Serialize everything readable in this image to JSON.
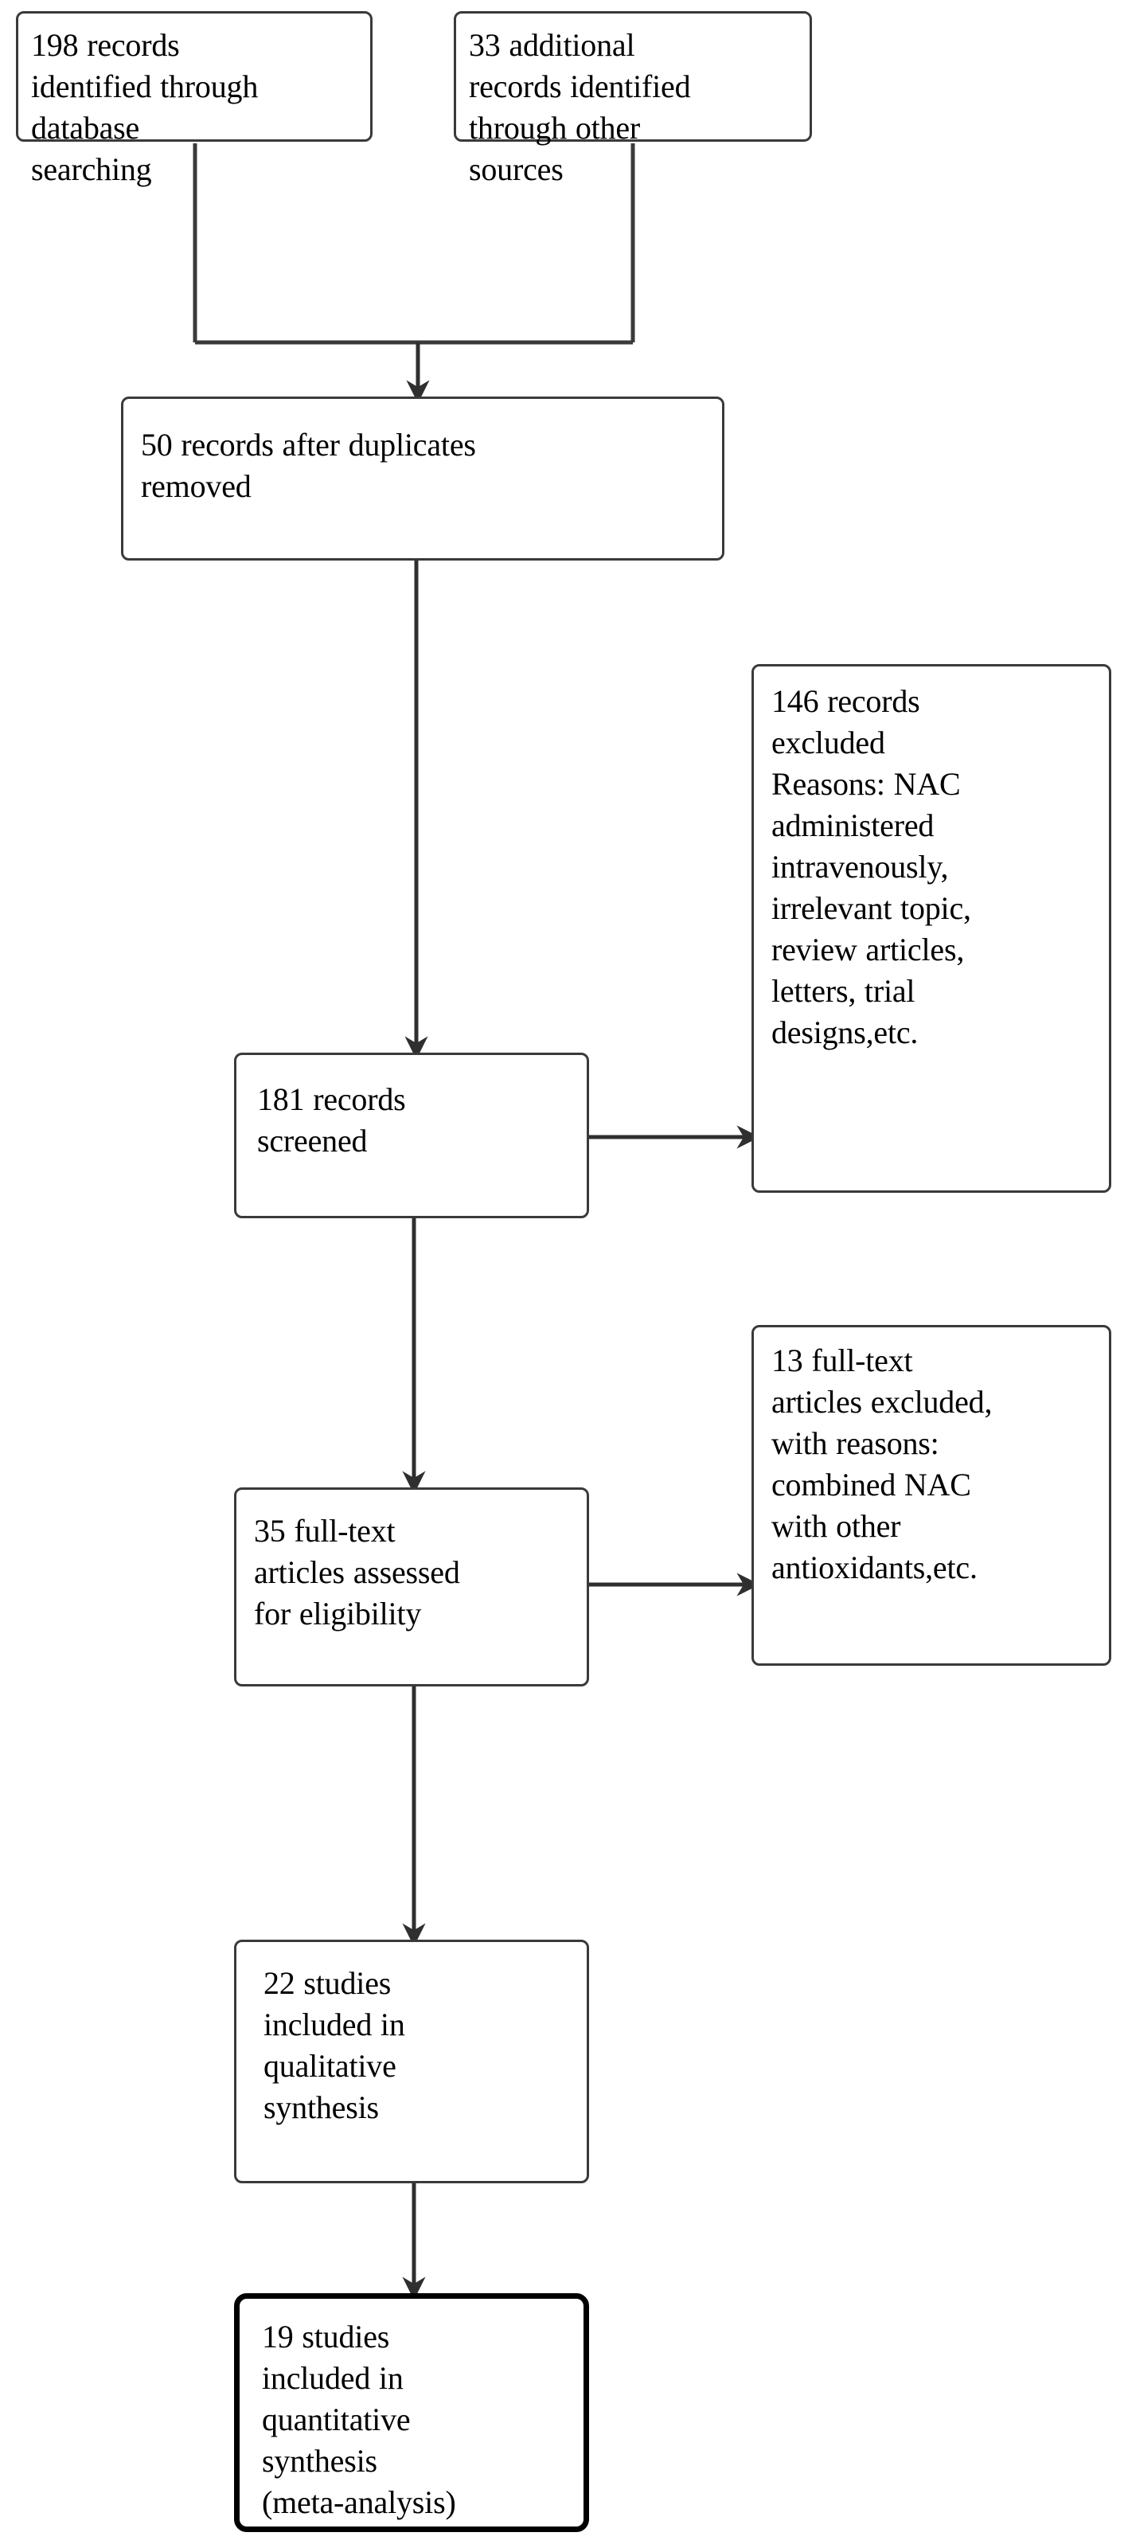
{
  "diagram": {
    "type": "prisma-flow-diagram",
    "title": "",
    "colors": {
      "box_border": "#3a3a3a",
      "box_border_emphasis": "#000000",
      "box_fill": "#ffffff",
      "connector": "#3a3a3a",
      "text": "#000000"
    },
    "nodes": [
      {
        "id": "db",
        "name": "records-identified-database",
        "count": 198,
        "text": "198  records\nidentified through\ndatabase\nsearching"
      },
      {
        "id": "other",
        "name": "records-identified-other-sources",
        "count": 33,
        "text": "33  additional\nrecords identified\nthrough other\nsources"
      },
      {
        "id": "dupes",
        "name": "records-after-duplicates-removed",
        "count": 50,
        "text": "50  records after duplicates\nremoved"
      },
      {
        "id": "screened",
        "name": "records-screened",
        "count": 181,
        "text": "181  records\nscreened"
      },
      {
        "id": "excl1",
        "name": "records-excluded",
        "count": 146,
        "text": "146  records\nexcluded\nReasons: NAC\nadministered\nintravenously,\nirrelevant topic,\nreview articles,\nletters, trial\ndesigns,etc."
      },
      {
        "id": "fulltext",
        "name": "full-text-articles-assessed",
        "count": 35,
        "text": "35  full-text\narticles assessed\nfor eligibility"
      },
      {
        "id": "excl2",
        "name": "full-text-articles-excluded",
        "count": 13,
        "text": "13  full-text\narticles excluded,\nwith reasons:\ncombined NAC\nwith other\nantioxidants,etc."
      },
      {
        "id": "qual",
        "name": "studies-included-qualitative",
        "count": 22,
        "text": "22  studies\nincluded in\nqualitative\nsynthesis"
      },
      {
        "id": "quant",
        "name": "studies-included-quantitative",
        "count": 19,
        "text": "19  studies\nincluded in\nquantitative\nsynthesis\n(meta-analysis)"
      }
    ],
    "edges": [
      {
        "from": "db",
        "to": "dupes",
        "style": "elbow-merge"
      },
      {
        "from": "other",
        "to": "dupes",
        "style": "elbow-merge"
      },
      {
        "from": "dupes",
        "to": "screened",
        "style": "vertical-arrow"
      },
      {
        "from": "screened",
        "to": "excl1",
        "style": "horizontal-arrow"
      },
      {
        "from": "screened",
        "to": "fulltext",
        "style": "vertical-arrow"
      },
      {
        "from": "fulltext",
        "to": "excl2",
        "style": "horizontal-arrow"
      },
      {
        "from": "fulltext",
        "to": "qual",
        "style": "vertical-arrow"
      },
      {
        "from": "qual",
        "to": "quant",
        "style": "vertical-arrow"
      }
    ]
  }
}
